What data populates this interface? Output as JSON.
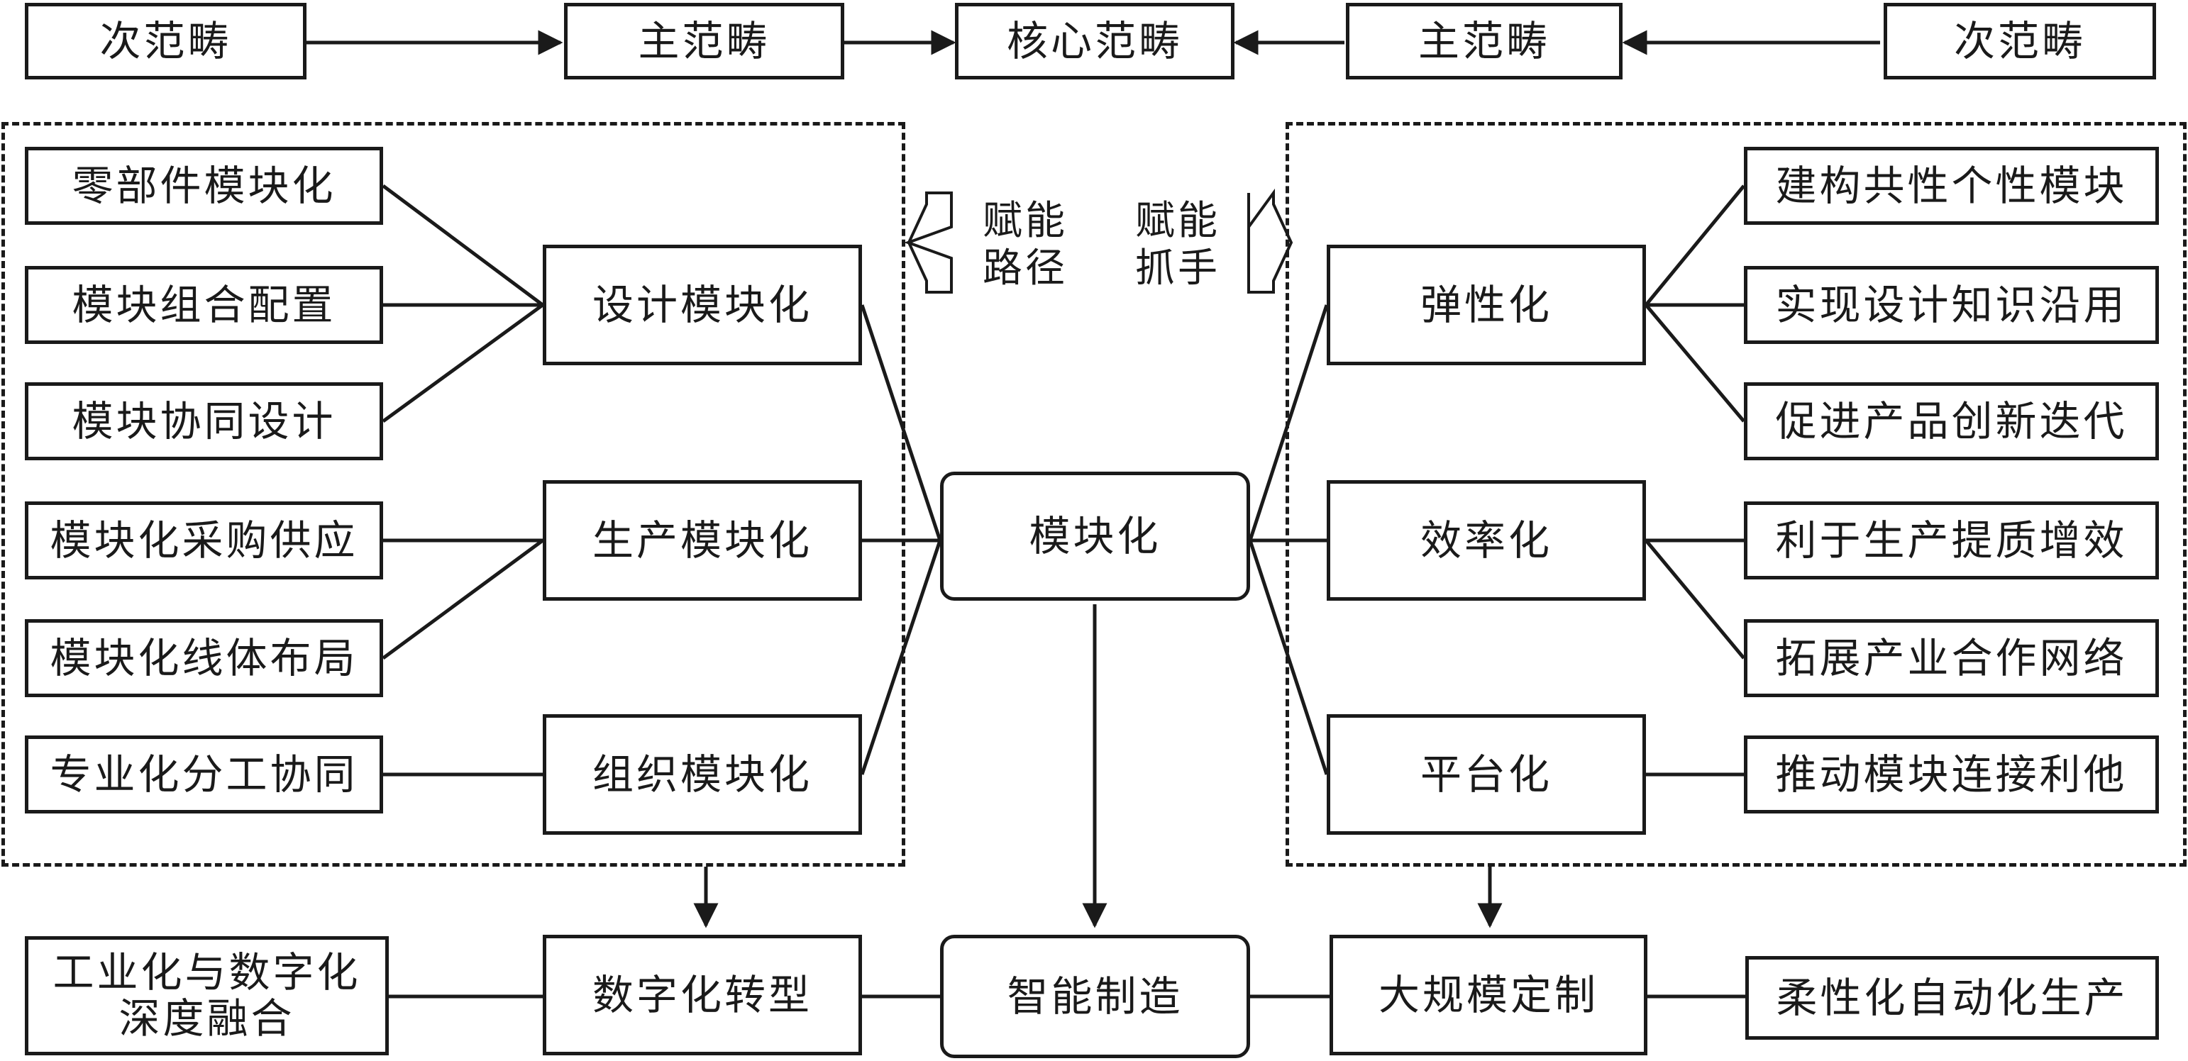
{
  "top_row": {
    "left_secondary": "次范畴",
    "left_main": "主范畴",
    "core": "核心范畴",
    "right_main": "主范畴",
    "right_secondary": "次范畴"
  },
  "side_labels": {
    "left": "赋能\n路径",
    "right": "赋能\n抓手"
  },
  "center": {
    "modularization": "模块化",
    "smart_manufacturing": "智能制造"
  },
  "left_group": {
    "design": {
      "label": "设计模块化",
      "items": [
        "零部件模块化",
        "模块组合配置",
        "模块协同设计"
      ]
    },
    "production": {
      "label": "生产模块化",
      "items": [
        "模块化采购供应",
        "模块化线体布局"
      ]
    },
    "organization": {
      "label": "组织模块化",
      "items": [
        "专业化分工协同"
      ]
    }
  },
  "right_group": {
    "elasticity": {
      "label": "弹性化",
      "items": [
        "建构共性个性模块",
        "实现设计知识沿用",
        "促进产品创新迭代"
      ]
    },
    "efficiency": {
      "label": "效率化",
      "items": [
        "利于生产提质增效",
        "拓展产业合作网络"
      ]
    },
    "platform": {
      "label": "平台化",
      "items": [
        "推动模块连接利他"
      ]
    }
  },
  "bottom_row": {
    "left_outcome": "工业化与数字化\n深度融合",
    "digital_transformation": "数字化转型",
    "mass_customization": "大规模定制",
    "right_outcome": "柔性化自动化生产"
  },
  "colors": {
    "stroke": "#1a1a1a",
    "background": "#ffffff"
  }
}
